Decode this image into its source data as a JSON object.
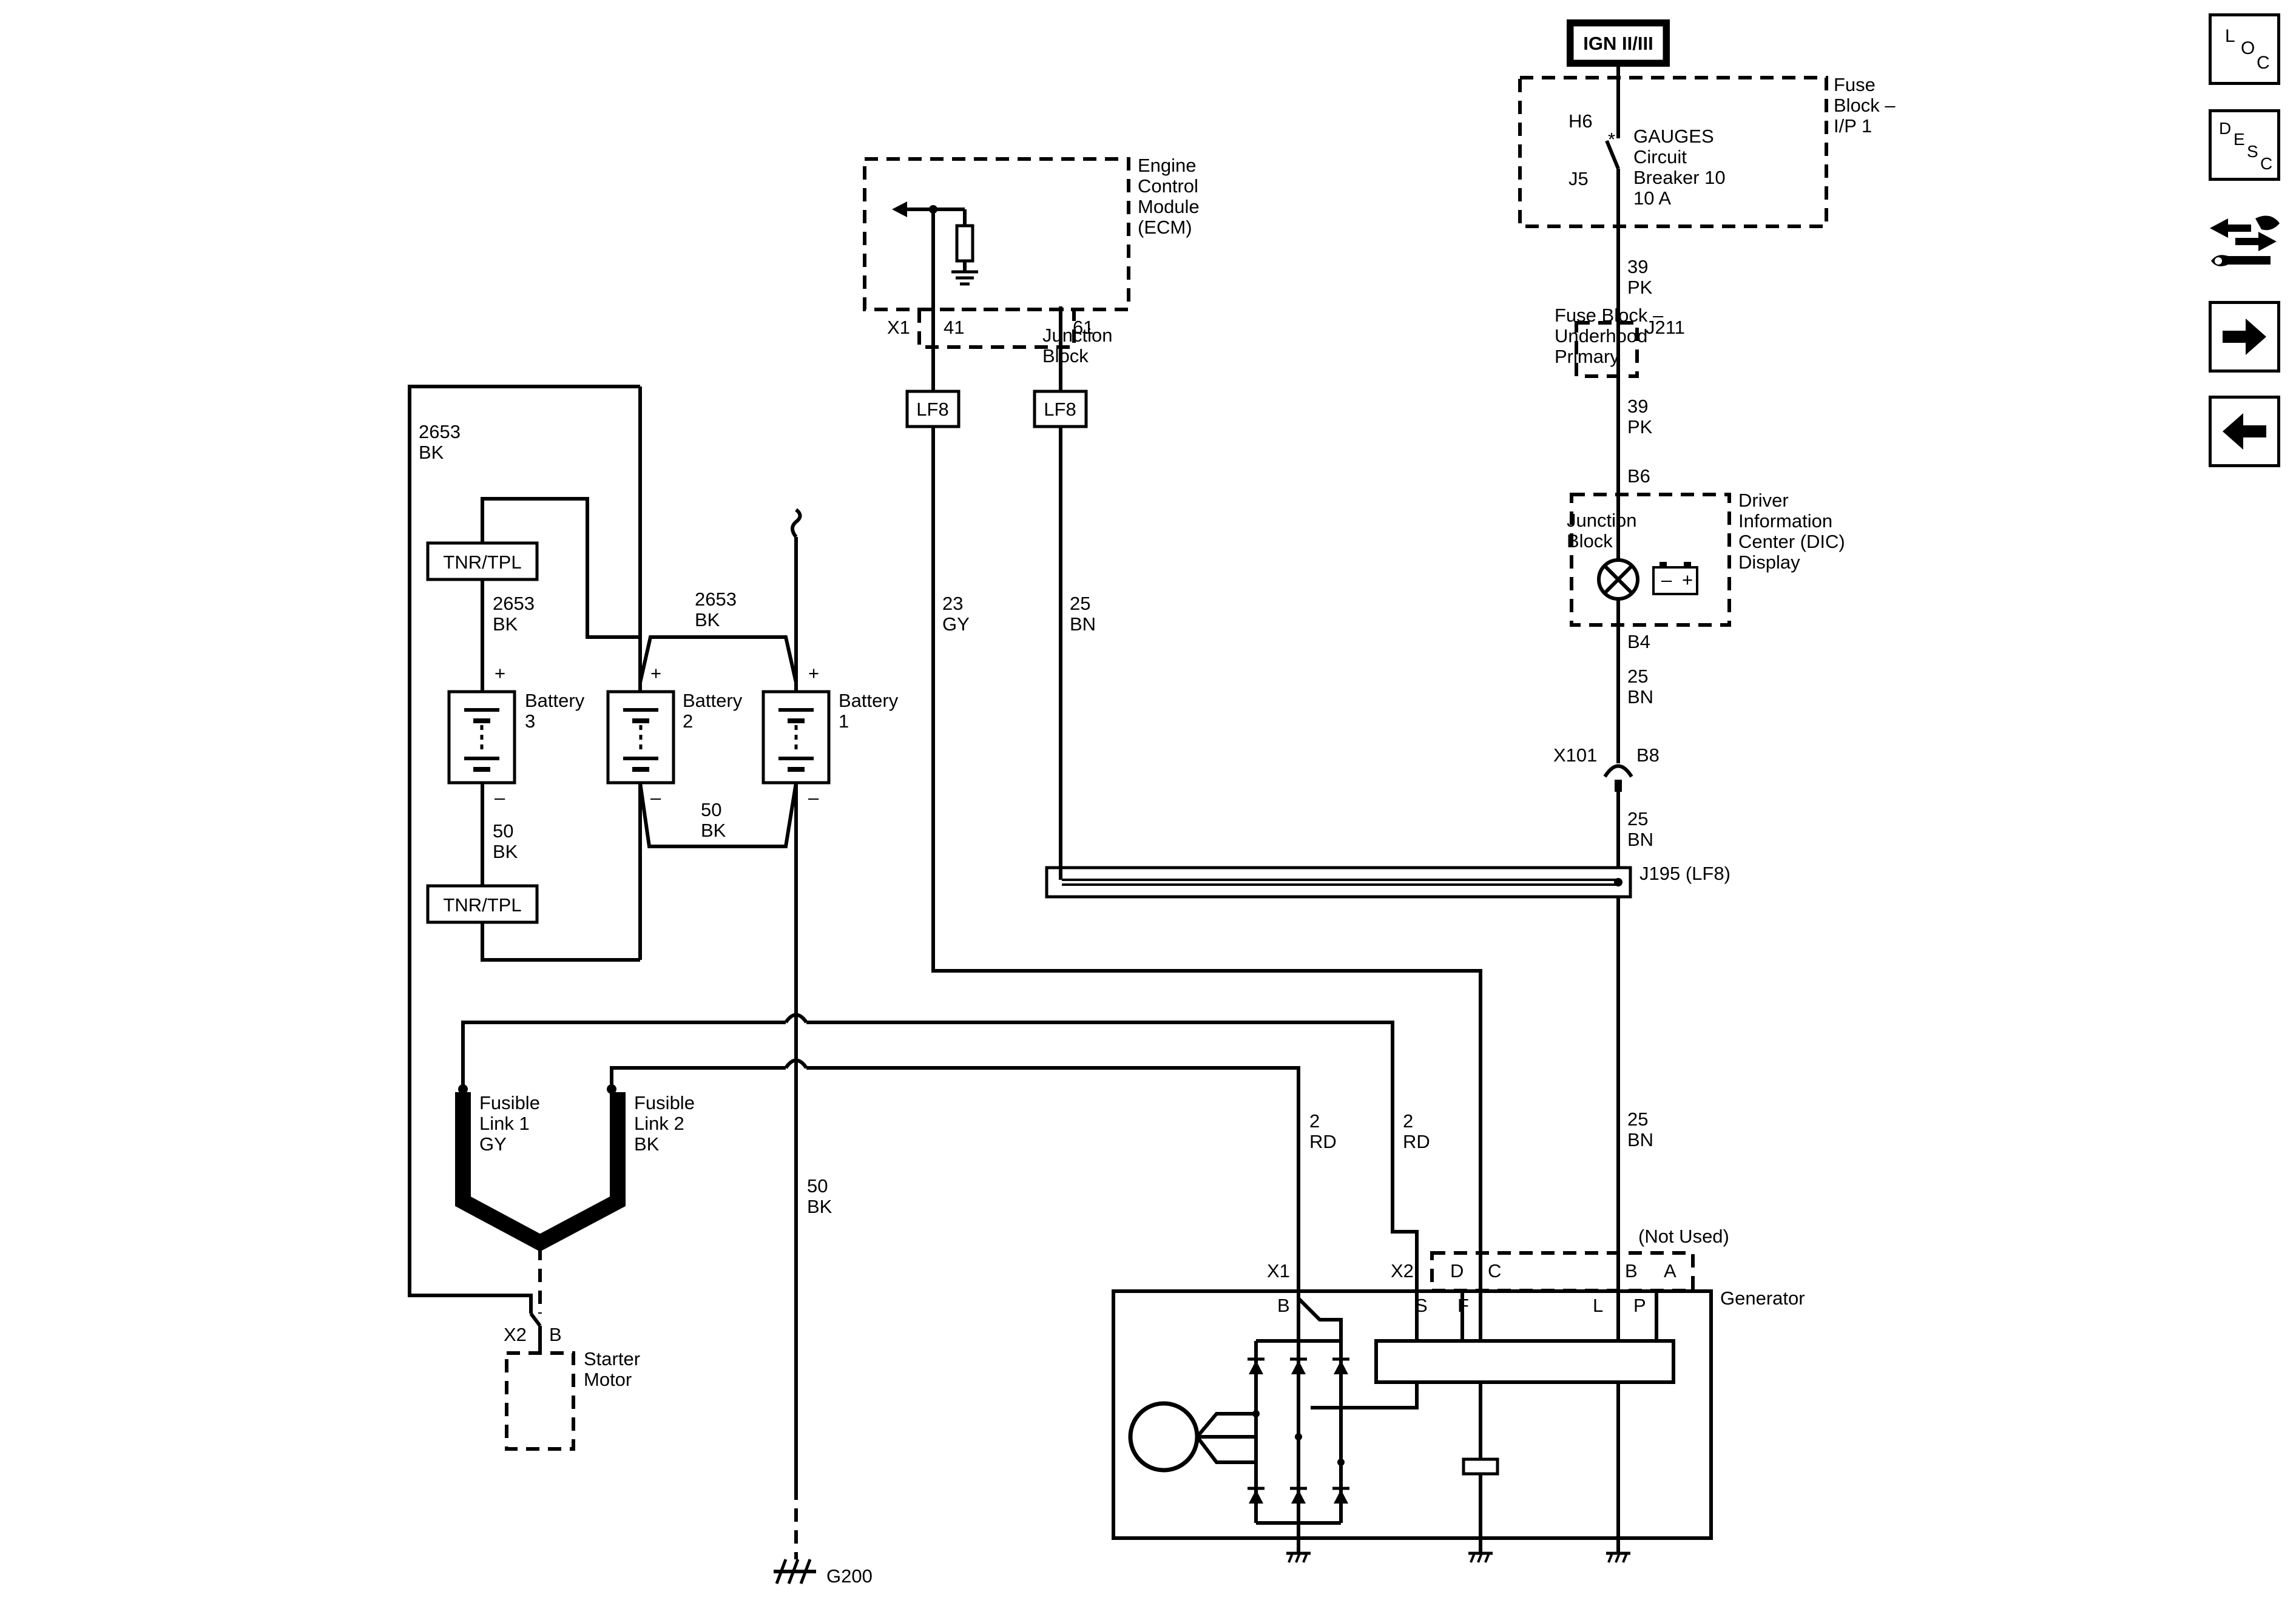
{
  "power": {
    "source": "IGN II/III"
  },
  "fuse_block_ip": {
    "name": "Fuse Block – I/P 1",
    "h6": "H6",
    "j5": "J5",
    "breaker_lines": [
      "GAUGES",
      "Circuit",
      "Breaker 10",
      "10 A"
    ]
  },
  "fuse_block_underhood": {
    "name": "Fuse Block – Underhood Primary",
    "splice": "J211"
  },
  "ecm": {
    "name_lines": [
      "Engine",
      "Control",
      "Module",
      "(ECM)"
    ],
    "connector": "X1",
    "pin_a": "41",
    "pin_b": "61",
    "junction_lines": [
      "Junction",
      "Block"
    ]
  },
  "lf8_left": "LF8",
  "lf8_right": "LF8",
  "dic": {
    "name_lines": [
      "Driver",
      "Information",
      "Center (DIC)",
      "Display"
    ],
    "junction_lines": [
      "Junction",
      "Block"
    ],
    "pin_in": "B6",
    "pin_out": "B4"
  },
  "inline_connector": {
    "name": "X101",
    "pin": "B8"
  },
  "splice_pack": "J195 (LF8)",
  "wires": {
    "ign_pk_1": [
      "39",
      "PK"
    ],
    "ign_pk_2": [
      "39",
      "PK"
    ],
    "bn_1": [
      "25",
      "BN"
    ],
    "bn_2": [
      "25",
      "BN"
    ],
    "bn_3": [
      "25",
      "BN"
    ],
    "bn_ecm": [
      "25",
      "BN"
    ],
    "gy_ecm": [
      "23",
      "GY"
    ],
    "rd_1": [
      "2",
      "RD"
    ],
    "rd_2": [
      "2",
      "RD"
    ],
    "bk_ground": [
      "50",
      "BK"
    ],
    "bk_outer": [
      "2653",
      "BK"
    ],
    "bk_tnr": [
      "2653",
      "BK"
    ],
    "bk_top": [
      "2653",
      "BK"
    ],
    "bk_b3_neg": [
      "50",
      "BK"
    ],
    "bk_b2_neg": [
      "50",
      "BK"
    ]
  },
  "tnr_top": "TNR/TPL",
  "tnr_bottom": "TNR/TPL",
  "batteries": [
    {
      "lines": [
        "Battery",
        "3"
      ],
      "plus": "+",
      "minus": "–"
    },
    {
      "lines": [
        "Battery",
        "2"
      ],
      "plus": "+",
      "minus": "–"
    },
    {
      "lines": [
        "Battery",
        "1"
      ],
      "plus": "+",
      "minus": "–"
    }
  ],
  "fusible_link_1": [
    "Fusible",
    "Link 1",
    "GY"
  ],
  "fusible_link_2": [
    "Fusible",
    "Link 2",
    "BK"
  ],
  "starter": {
    "name_lines": [
      "Starter",
      "Motor"
    ],
    "connector": "X2",
    "pin": "B"
  },
  "ground": "G200",
  "generator": {
    "name": "Generator",
    "x1": "X1",
    "x2": "X2",
    "not_used": "(Not Used)",
    "pins_outer": [
      "D",
      "C",
      "B",
      "A"
    ],
    "pins_inner": [
      "B",
      "S",
      "F",
      "L",
      "P"
    ]
  },
  "nav": {
    "loc": {
      "chars": [
        "L",
        "O",
        "C"
      ]
    },
    "desc": {
      "chars": [
        "D",
        "E",
        "S",
        "C"
      ]
    },
    "icons": [
      "connector-wrench-icon",
      "arrow-right-icon",
      "arrow-left-icon"
    ]
  }
}
